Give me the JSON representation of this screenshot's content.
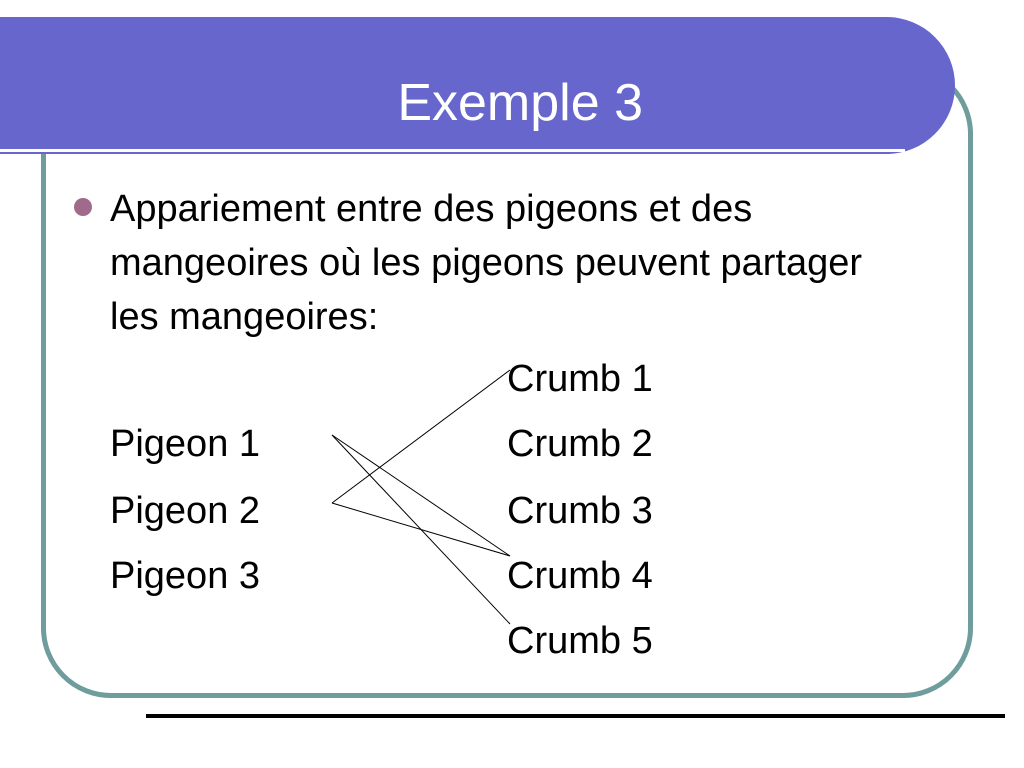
{
  "slide": {
    "title": "Exemple 3",
    "bullet_text": " Appariement entre des pigeons et des mangeoires où les pigeons peuvent partager les mangeoires:"
  },
  "diagram": {
    "pigeons": [
      "Pigeon 1",
      "Pigeon 2",
      "Pigeon 3"
    ],
    "crumbs": [
      "Crumb 1",
      "Crumb 2",
      "Crumb 3",
      "Crumb 4",
      "Crumb 5"
    ],
    "edges": [
      {
        "from": "Pigeon 1",
        "to": "Crumb 4"
      },
      {
        "from": "Pigeon 1",
        "to": "Crumb 5"
      },
      {
        "from": "Pigeon 2",
        "to": "Crumb 1"
      },
      {
        "from": "Pigeon 2",
        "to": "Crumb 4"
      }
    ]
  },
  "colors": {
    "title_bar": "#6666cc",
    "frame_border": "#6f9c9c",
    "bullet": "#a06b8a"
  }
}
